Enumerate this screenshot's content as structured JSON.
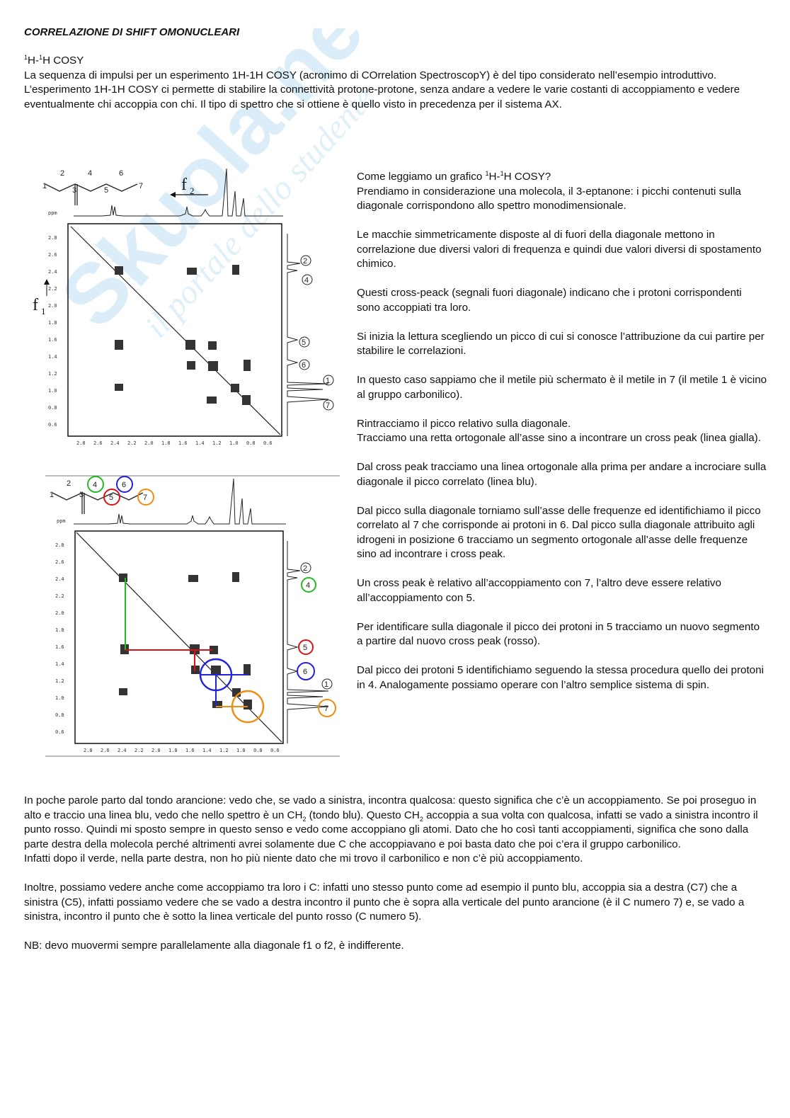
{
  "title": "CORRELAZIONE DI SHIFT OMONUCLEARI",
  "intro": {
    "heading_sup1": "1",
    "heading_h1": "H-",
    "heading_sup2": "1",
    "heading_rest": "H COSY",
    "p1": "La sequenza di impulsi per un esperimento 1H-1H COSY (acronimo di COrrelation SpectroscopY) è del tipo considerato nell’esempio introduttivo.",
    "p2": "L’esperimento 1H-1H COSY ci permette di stabilire la connettività protone-protone, senza andare a vedere le varie costanti di accoppiamento e vedere eventualmente chi accoppia con chi. Il tipo di spettro che si ottiene è quello visto in precedenza per il sistema AX."
  },
  "right": {
    "q_a": "Come leggiamo un grafico ",
    "q_s1": "1",
    "q_b": "H-",
    "q_s2": "1",
    "q_c": "H COSY?",
    "p1": "Prendiamo in considerazione una molecola, il 3-eptanone: i picchi contenuti sulla diagonale corrispondono allo spettro monodimensionale.",
    "p2": "Le macchie simmetricamente disposte al di fuori della diagonale mettono in correlazione due diversi valori di frequenza e quindi due valori diversi di spostamento chimico.",
    "p3": "Questi cross-peack (segnali fuori diagonale) indicano che i protoni corrispondenti sono accoppiati tra loro.",
    "p4": "Si inizia la lettura scegliendo un picco di cui si conosce l’attribuzione da cui partire per stabilire le correlazioni.",
    "p5": "In questo caso sappiamo che il metile più schermato è il metile in 7 (il metile 1 è vicino al gruppo carbonilico).",
    "p6a": "Rintracciamo il picco relativo sulla diagonale.",
    "p6b": "Tracciamo una retta ortogonale all’asse sino a incontrare un cross peak (linea gialla).",
    "p7": "Dal cross peak tracciamo una linea ortogonale alla prima per andare a incrociare sulla diagonale il picco correlato (linea blu).",
    "p8": "Dal picco sulla diagonale torniamo sull’asse delle frequenze ed identifichiamo il picco  correlato al 7 che corrisponde ai protoni in 6. Dal picco sulla diagonale attribuito agli idrogeni in posizione 6 tracciamo un segmento ortogonale all’asse delle frequenze sino ad incontrare i cross peak.",
    "p9": "Un cross peak è relativo all’accoppiamento con 7, l’altro deve essere relativo all’accoppiamento con 5.",
    "p10": "Per identificare sulla diagonale il picco dei protoni in 5 tracciamo un nuovo segmento a partire dal nuovo cross peak (rosso).",
    "p11": "Dal picco dei protoni 5 identifichiamo seguendo la stessa procedura quello dei protoni in 4. Analogamente possiamo operare con l’altro semplice sistema di spin."
  },
  "bottom": {
    "p1a": "In poche parole parto dal tondo arancione: vedo che, se vado a sinistra, incontra qualcosa: questo significa che c’è un accoppiamento. Se poi proseguo in alto e traccio una linea blu, vedo che nello spettro è un CH",
    "p1_sub1": "2",
    "p1b": " (tondo blu). Questo CH",
    "p1_sub2": "2",
    "p1c": " accoppia a sua volta con qualcosa, infatti se vado a sinistra incontro il punto rosso. Quindi mi sposto sempre in questo senso e vedo come accoppiano gli atomi. Dato che ho così tanti accoppiamenti, significa che sono dalla parte destra della molecola perché altrimenti avrei solamente due C che accoppiavano e poi basta dato che poi c’era il gruppo carbonilico.",
    "p1d": "Infatti dopo il verde, nella parte destra, non ho più niente dato che mi trovo il carbonilico e non c’è più accoppiamento.",
    "p2": "Inoltre, possiamo vedere anche come accoppiamo tra loro i C: infatti uno stesso punto come ad esempio il punto blu, accoppia sia a destra (C7) che a sinistra (C5), infatti possiamo vedere che se vado a destra incontro il punto che è sopra alla verticale del punto arancione (è il C numero 7) e, se vado a sinistra, incontro il punto che è sotto la linea verticale del punto rosso (C numero 5).",
    "p3": "NB: devo muovermi sempre parallelamente alla diagonale f1  o f2, è indifferente."
  },
  "figures": {
    "atom_labels": [
      "1",
      "2",
      "3",
      "4",
      "5",
      "6",
      "7"
    ],
    "f2_label": "f",
    "f2_sub": "2",
    "f1_label": "f",
    "f1_sub": "1",
    "ppm_label": "ppm",
    "y_ticks": [
      "2.8",
      "2.6",
      "2.4",
      "2.2",
      "2.0",
      "1.8",
      "1.6",
      "1.4",
      "1.2",
      "1.0",
      "0.8",
      "0.6"
    ],
    "x_ticks": [
      "2.8",
      "2.6",
      "2.4",
      "2.2",
      "2.0",
      "1.8",
      "1.6",
      "1.4",
      "1.2",
      "1.0",
      "0.8",
      "0.6"
    ],
    "colors": {
      "green": "#22bb22",
      "blue": "#2222dd",
      "red": "#dd1111",
      "orange": "#f08c10"
    }
  },
  "watermark": {
    "text1": "Skuola.net",
    "text2": "il portale dello studente"
  }
}
